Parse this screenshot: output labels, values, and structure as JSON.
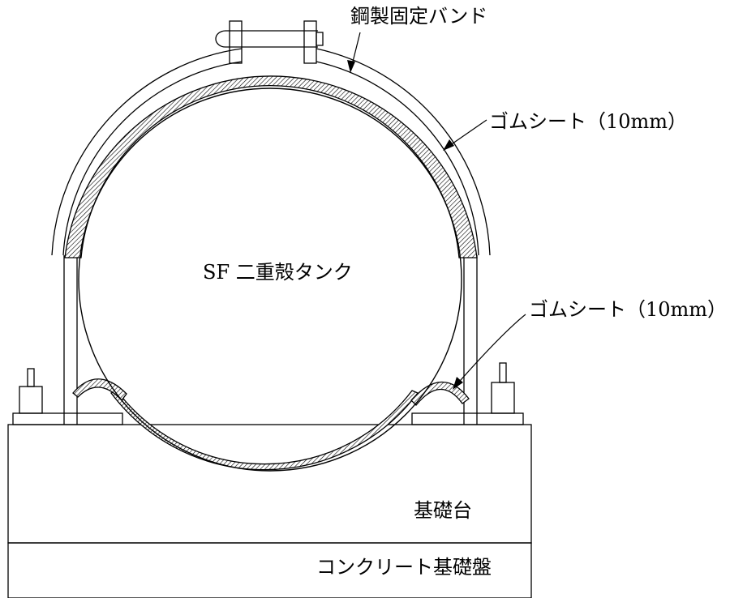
{
  "labels": {
    "steel_band": "鋼製固定バンド",
    "rubber_sheet_top": "ゴムシート（10mm）",
    "rubber_sheet_bottom": "ゴムシート（10mm）",
    "tank": "SF 二重殻タンク",
    "foundation": "基礎台",
    "concrete_base": "コンクリート基礎盤"
  },
  "colors": {
    "line": "#000000",
    "background": "#ffffff"
  }
}
